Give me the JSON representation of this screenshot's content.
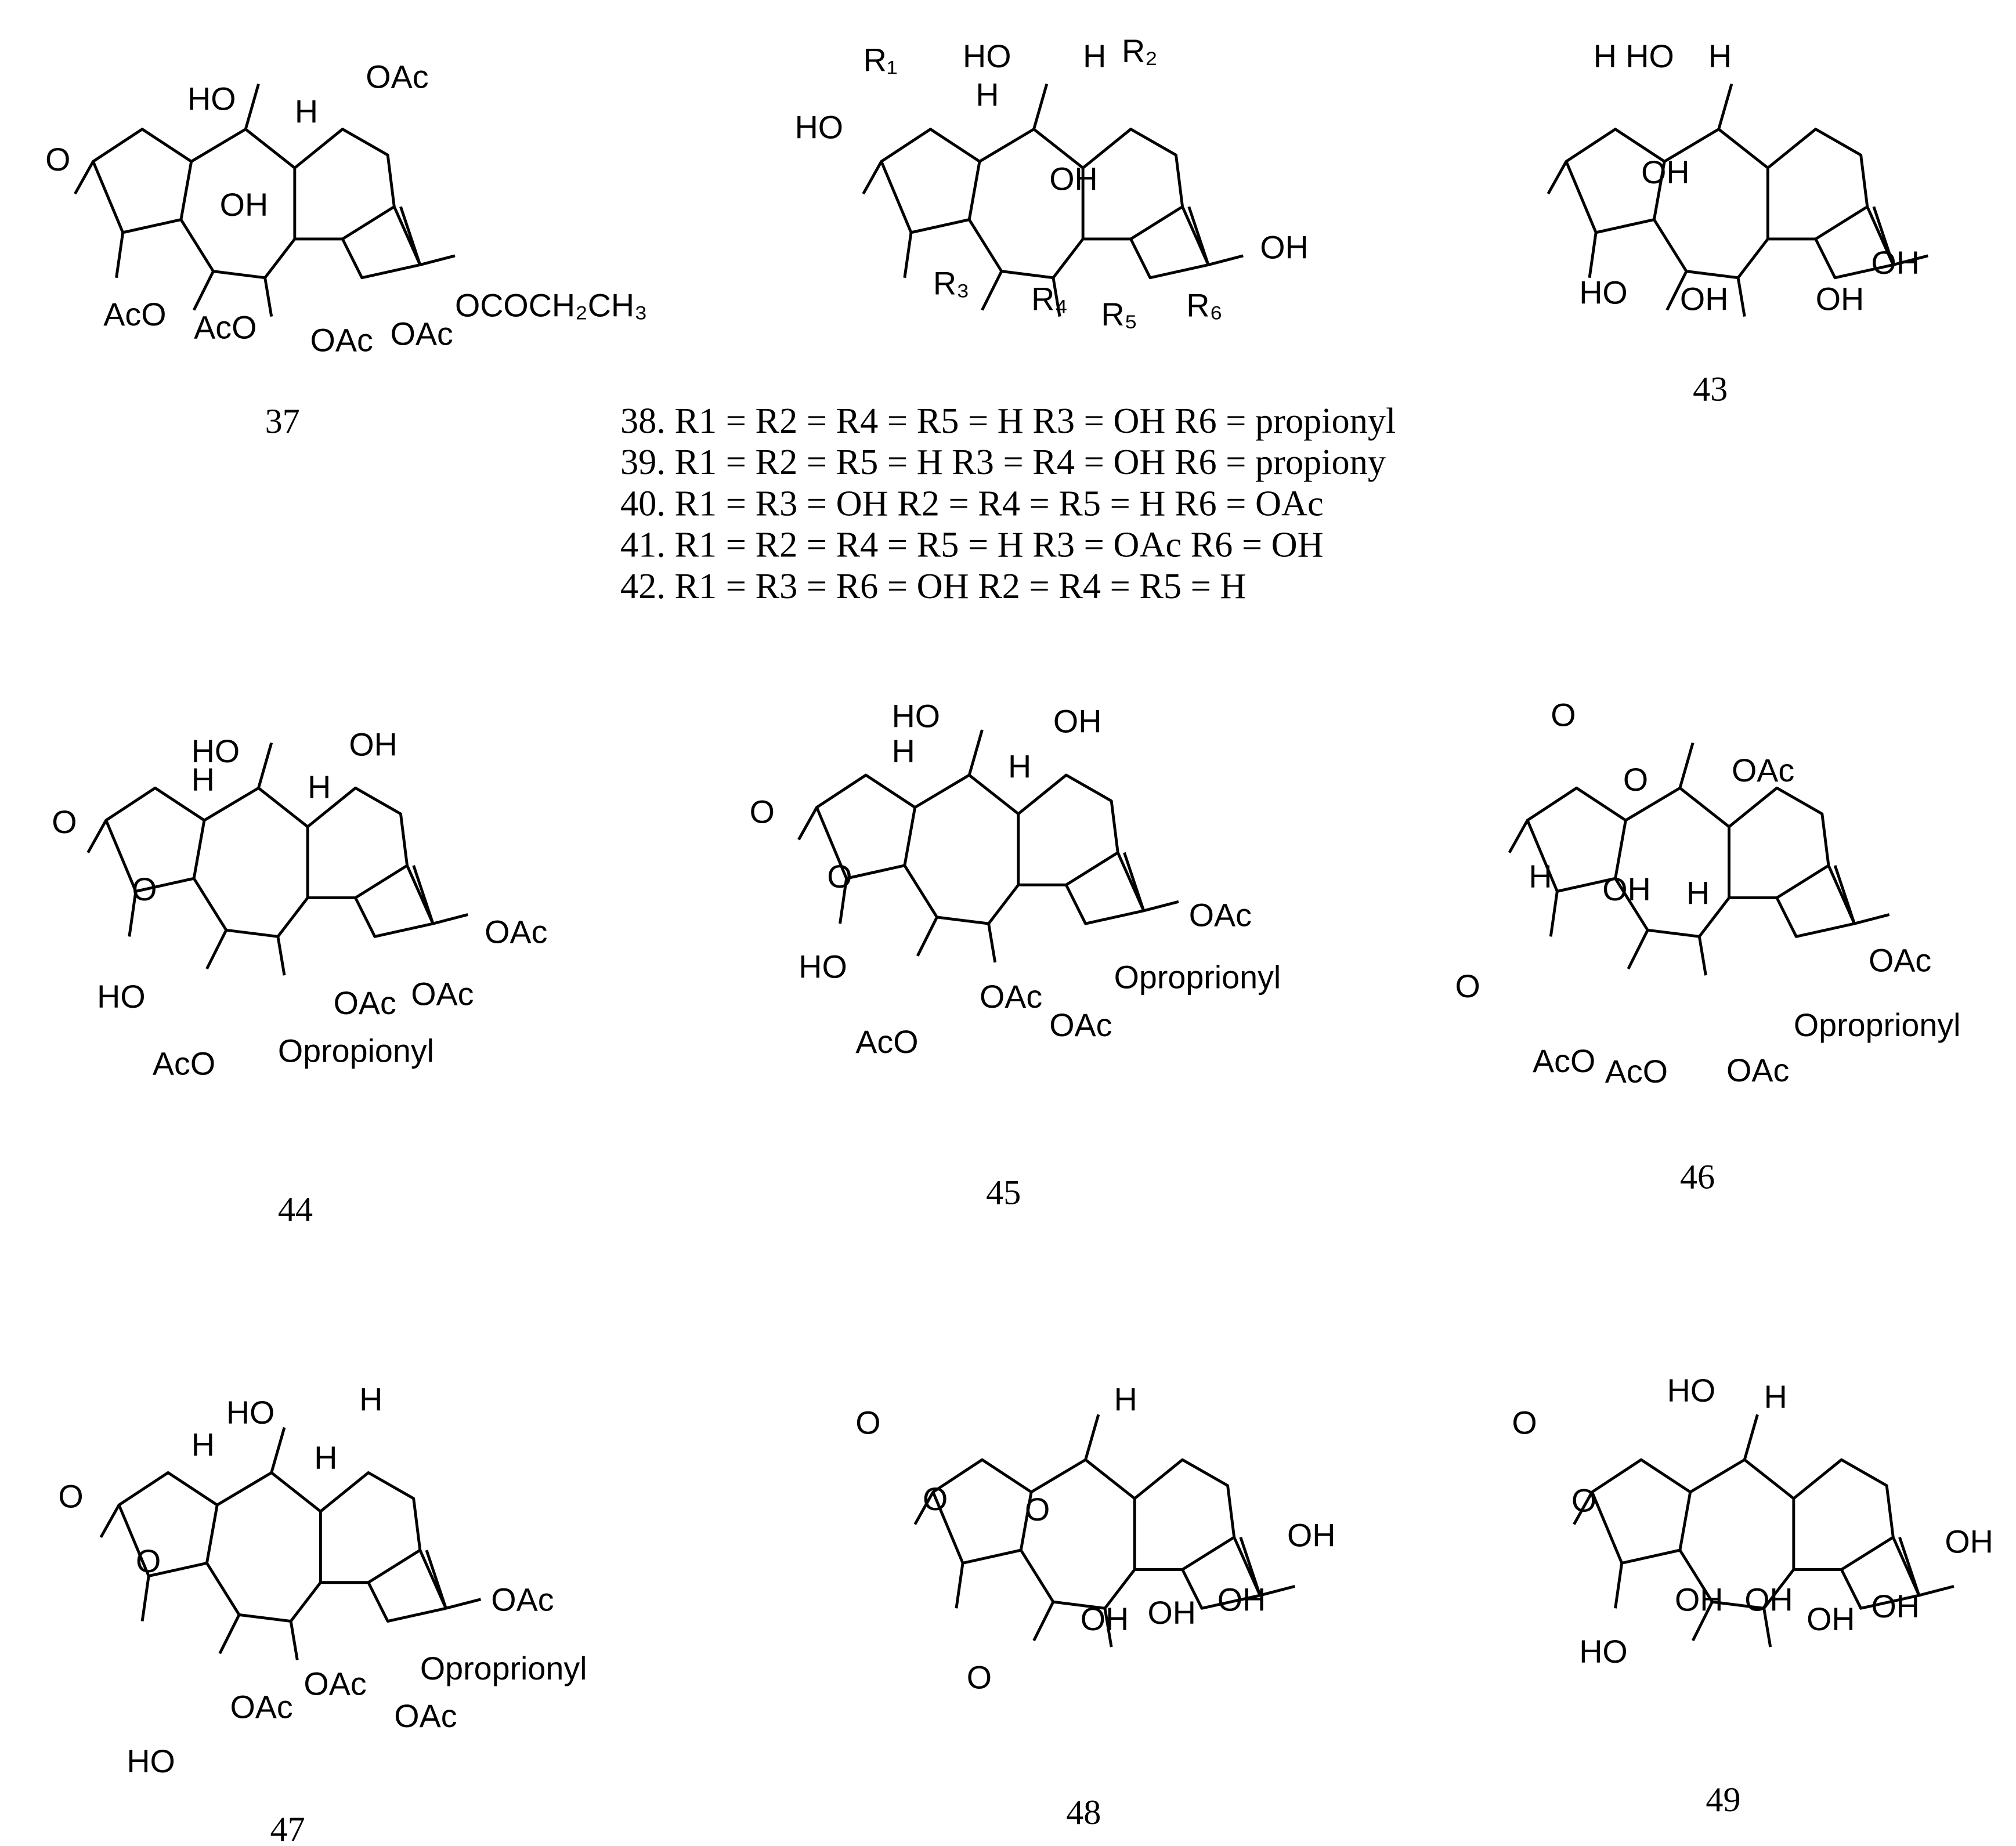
{
  "compounds": [
    {
      "id": "37",
      "number": "37",
      "labels": [
        "O",
        "HO",
        "H",
        "OAc",
        "OH",
        "AcO",
        "AcO",
        "OAc",
        "OAc",
        "OCOCH₂CH₃"
      ]
    },
    {
      "id": "38-42",
      "number": "",
      "labels": [
        "R₁",
        "HO",
        "H",
        "R₂",
        "HO",
        "H",
        "OH",
        "OH",
        "R₃",
        "R₄",
        "R₅",
        "R₆"
      ]
    },
    {
      "id": "43",
      "number": "43",
      "labels": [
        "HO",
        "H",
        "H",
        "OH",
        "OH",
        "HO",
        "OH",
        "OH"
      ]
    },
    {
      "id": "44",
      "number": "44",
      "labels": [
        "HO",
        "OH",
        "H",
        "H",
        "O",
        "O",
        "OAc",
        "HO",
        "AcO",
        "OAc",
        "OAc",
        "Opropionyl"
      ]
    },
    {
      "id": "45",
      "number": "45",
      "labels": [
        "HO",
        "OH",
        "H",
        "H",
        "O",
        "O",
        "OAc",
        "HO",
        "AcO",
        "OAc",
        "OAc",
        "Oproprionyl"
      ]
    },
    {
      "id": "46",
      "number": "46",
      "labels": [
        "O",
        "O",
        "OAc",
        "H",
        "H",
        "OH",
        "O",
        "OAc",
        "Oproprionyl",
        "AcO",
        "AcO",
        "OAc"
      ]
    },
    {
      "id": "47",
      "number": "47",
      "labels": [
        "HO",
        "H",
        "H",
        "H",
        "O",
        "O",
        "OAc",
        "Oproprionyl",
        "OAc",
        "OAc",
        "OAc",
        "HO"
      ]
    },
    {
      "id": "48",
      "number": "48",
      "labels": [
        "H",
        "O",
        "O",
        "O",
        "OH",
        "OH",
        "OH",
        "OH",
        "O"
      ]
    },
    {
      "id": "49",
      "number": "49",
      "labels": [
        "HO",
        "H",
        "O",
        "O",
        "OH",
        "OH",
        "OH",
        "OH",
        "OH",
        "HO"
      ]
    }
  ],
  "legend": [
    "38. R1 = R2 = R4 = R5 = H R3 = OH R6 = propionyl",
    "39. R1 = R2 = R5 = H  R3 = R4 = OH R6 = propiony",
    "40.   R1 = R3 = OH R2 = R4 = R5 = H R6 = OAc",
    "41.  R1 = R2 = R4 = R5 = H  R3 = OAc  R6 = OH",
    "42. R1 = R3 = R6 = OH R2 = R4 = R5 = H"
  ]
}
